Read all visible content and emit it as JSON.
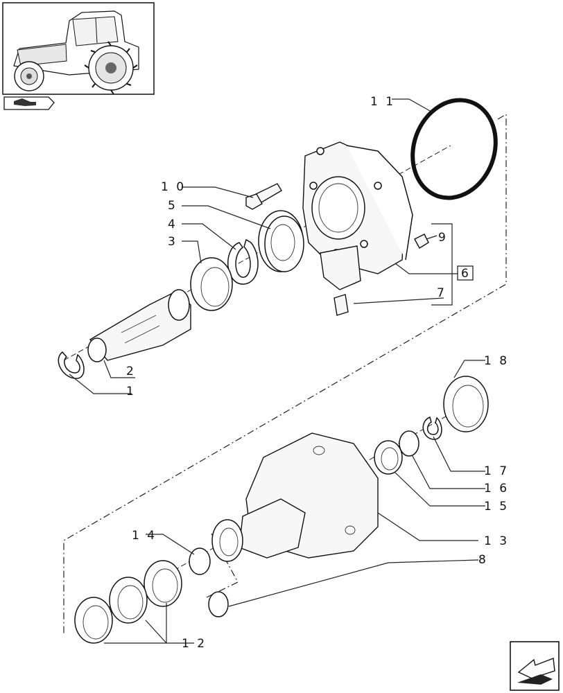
{
  "callouts": [
    {
      "id": "1",
      "text": "1"
    },
    {
      "id": "2",
      "text": "2"
    },
    {
      "id": "3",
      "text": "3"
    },
    {
      "id": "4",
      "text": "4"
    },
    {
      "id": "5",
      "text": "5"
    },
    {
      "id": "6",
      "text": "6"
    },
    {
      "id": "7",
      "text": "7"
    },
    {
      "id": "8",
      "text": "8"
    },
    {
      "id": "9",
      "text": "9"
    },
    {
      "id": "10",
      "text": "1 0"
    },
    {
      "id": "11",
      "text": "1 1"
    },
    {
      "id": "12",
      "text": "1 2"
    },
    {
      "id": "13",
      "text": "1 3"
    },
    {
      "id": "14",
      "text": "1 4"
    },
    {
      "id": "15",
      "text": "1 5"
    },
    {
      "id": "16",
      "text": "1 6"
    },
    {
      "id": "17",
      "text": "1 7"
    },
    {
      "id": "18",
      "text": "1 8"
    }
  ],
  "icons": {
    "thumbnail": "tractor-thumbnail-icon",
    "group_badge": "tool-group-icon",
    "navigation": "next-page-arrow-icon"
  }
}
